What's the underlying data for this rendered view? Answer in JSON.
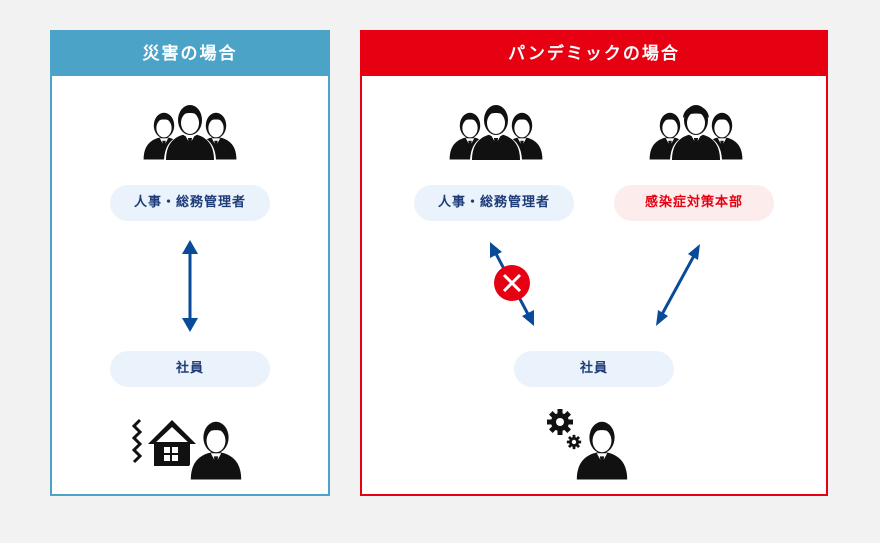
{
  "panels": {
    "disaster": {
      "title": "災害の場合",
      "manager_label": "人事・総務管理者",
      "employee_label": "社員"
    },
    "pandemic": {
      "title": "パンデミックの場合",
      "manager_label": "人事・総務管理者",
      "hq_label": "感染症対策本部",
      "employee_label": "社員"
    }
  },
  "colors": {
    "disaster_accent": "#4ba3c8",
    "pandemic_accent": "#e60012",
    "arrow": "#0a4a9a",
    "icon": "#111111"
  },
  "icons": {
    "manager_group": "people-group-icon",
    "hq_group": "people-group-female-icon",
    "employee_home": "person-at-home-earthquake-icon",
    "employee_virus": "person-virus-icon",
    "blocked": "x-mark-icon",
    "connection": "double-arrow-icon"
  }
}
